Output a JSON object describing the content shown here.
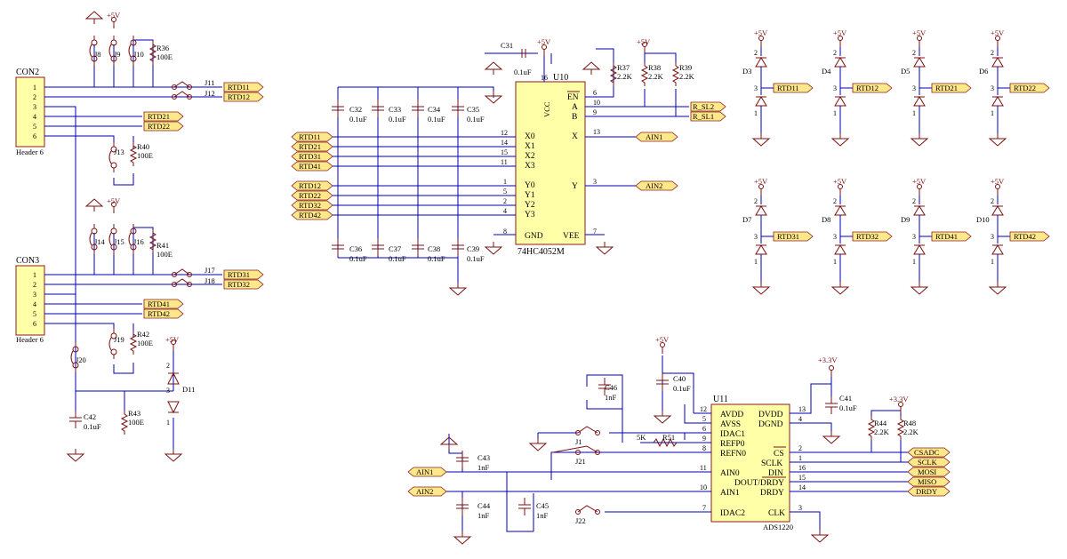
{
  "connectors": [
    {
      "ref": "CON2",
      "type": "Header 6",
      "pins": [
        "1",
        "2",
        "3",
        "4",
        "5",
        "6"
      ]
    },
    {
      "ref": "CON3",
      "type": "Header 6",
      "pins": [
        "1",
        "2",
        "3",
        "4",
        "5",
        "6"
      ]
    }
  ],
  "power_labels": {
    "p5": "+5V",
    "p33": "+3.3V"
  },
  "jumpers": [
    "J8",
    "J9",
    "J10",
    "J11",
    "J12",
    "J13",
    "J14",
    "J15",
    "J16",
    "J17",
    "J18",
    "J19",
    "J20",
    "J1",
    "J21",
    "J22"
  ],
  "resistors": [
    {
      "ref": "R36",
      "value": "100E"
    },
    {
      "ref": "R40",
      "value": "100E"
    },
    {
      "ref": "R41",
      "value": "100E"
    },
    {
      "ref": "R42",
      "value": "100E"
    },
    {
      "ref": "R43",
      "value": "100E"
    },
    {
      "ref": "R37",
      "value": "2.2K"
    },
    {
      "ref": "R38",
      "value": "2.2K"
    },
    {
      "ref": "R39",
      "value": "2.2K"
    },
    {
      "ref": "R44",
      "value": "2.2K"
    },
    {
      "ref": "R48",
      "value": "2.2K"
    },
    {
      "ref": "R51",
      "value": "5K"
    }
  ],
  "capacitors": [
    {
      "ref": "C31",
      "value": "0.1uF"
    },
    {
      "ref": "C32",
      "value": "0.1uF"
    },
    {
      "ref": "C33",
      "value": "0.1uF"
    },
    {
      "ref": "C34",
      "value": "0.1uF"
    },
    {
      "ref": "C35",
      "value": "0.1uF"
    },
    {
      "ref": "C36",
      "value": "0.1uF"
    },
    {
      "ref": "C37",
      "value": "0.1uF"
    },
    {
      "ref": "C38",
      "value": "0.1uF"
    },
    {
      "ref": "C39",
      "value": "0.1uF"
    },
    {
      "ref": "C40",
      "value": "0.1uF"
    },
    {
      "ref": "C41",
      "value": "0.1uF"
    },
    {
      "ref": "C42",
      "value": "0.1uF"
    },
    {
      "ref": "C43",
      "value": "1nF"
    },
    {
      "ref": "C44",
      "value": "1nF"
    },
    {
      "ref": "C45",
      "value": "1nF"
    },
    {
      "ref": "C46",
      "value": "1nF"
    }
  ],
  "diodes": [
    "D3",
    "D4",
    "D5",
    "D6",
    "D7",
    "D8",
    "D9",
    "D10",
    "D11"
  ],
  "net_labels": {
    "rtd": [
      "RTD11",
      "RTD12",
      "RTD21",
      "RTD22",
      "RTD31",
      "RTD32",
      "RTD41",
      "RTD42"
    ],
    "mux": [
      "R_SL2",
      "R_SL1",
      "AIN1",
      "AIN2"
    ],
    "spi": [
      "CSADC",
      "SCLK",
      "MOSI",
      "MISO",
      "DRDY"
    ]
  },
  "u10": {
    "ref": "U10",
    "part": "74HC4052M",
    "left": [
      "X0",
      "X1",
      "X2",
      "X3",
      "Y0",
      "Y1",
      "Y2",
      "Y3",
      "GND"
    ],
    "left_nums": [
      "12",
      "14",
      "15",
      "11",
      "1",
      "5",
      "2",
      "4",
      "8"
    ],
    "right": [
      "EN",
      "A",
      "B",
      "X",
      "Y",
      "VEE"
    ],
    "right_nums": [
      "6",
      "10",
      "9",
      "13",
      "3",
      "7"
    ],
    "top": "VCC",
    "top_num": "16"
  },
  "u11": {
    "ref": "U11",
    "part": "ADS1220",
    "left": [
      "AVDD",
      "AVSS",
      "IDAC1",
      "REFP0",
      "REFN0",
      "AIN0",
      "AIN1",
      "IDAC2"
    ],
    "left_nums": [
      "12",
      "5",
      "6",
      "9",
      "8",
      "11",
      "10",
      "7"
    ],
    "right": [
      "DVDD",
      "DGND",
      "CS",
      "SCLK",
      "DIN",
      "DOUT/DRDY",
      "DRDY",
      "CLK"
    ],
    "right_nums": [
      "13",
      "4",
      "2",
      "1",
      "16",
      "15",
      "14",
      "3"
    ]
  },
  "diode_pins": [
    "2",
    "1",
    "3"
  ]
}
